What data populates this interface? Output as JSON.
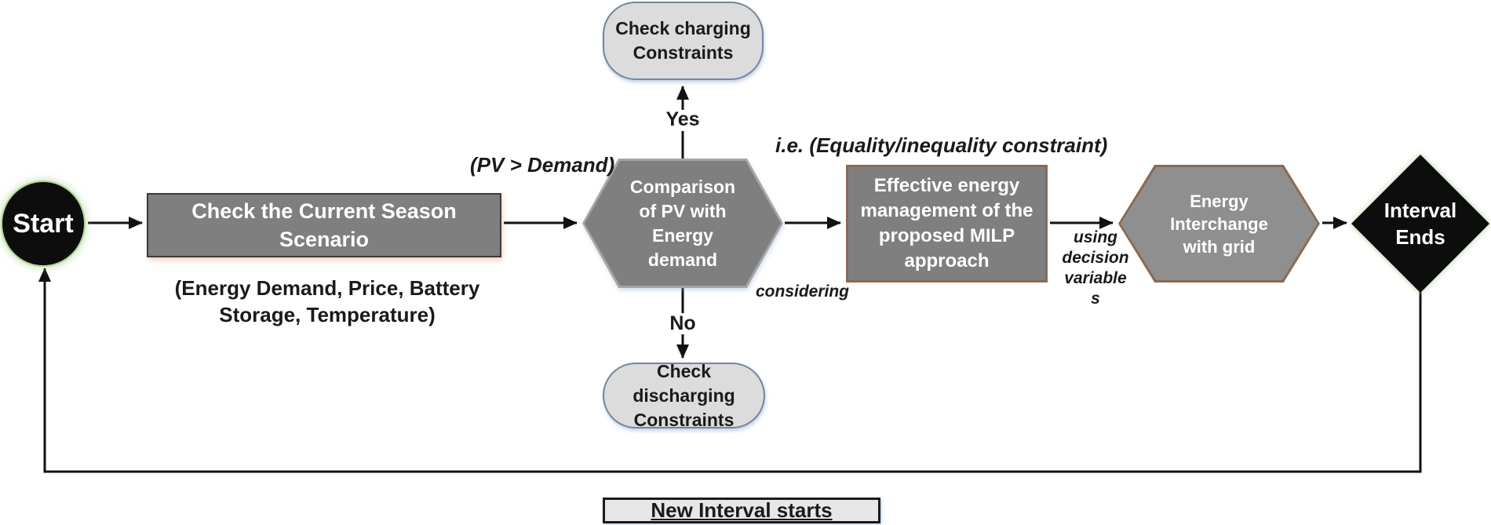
{
  "diagram": {
    "nodes": {
      "start": {
        "label": "Start",
        "shape": "circle"
      },
      "check_season": {
        "label": "Check the Current Season\nScenario",
        "shape": "rectangle"
      },
      "check_charging": {
        "label": "Check charging\nConstraints",
        "shape": "stadium"
      },
      "comparison": {
        "label": "Comparison\nof PV with\nEnergy\ndemand",
        "shape": "hexagon"
      },
      "check_discharging": {
        "label": "Check discharging\nConstraints",
        "shape": "stadium"
      },
      "milp": {
        "label": "Effective energy\nmanagement of the\nproposed MILP\napproach",
        "shape": "rectangle"
      },
      "energy_interchange": {
        "label": "Energy\nInterchange\nwith grid",
        "shape": "hexagon"
      },
      "interval_ends": {
        "label": "Interval\nEnds",
        "shape": "diamond"
      },
      "new_interval": {
        "label": "New Interval starts",
        "shape": "rectangle"
      }
    },
    "edge_labels": {
      "yes": "Yes",
      "no": "No"
    },
    "annotations": {
      "season_inputs": "(Energy Demand, Price, Battery\nStorage, Temperature)",
      "pv_demand": "(PV > Demand)",
      "ie_constraint": "i.e. (Equality/inequality constraint)",
      "considering": "considering",
      "using_decision": "using\ndecision\nvariable\ns"
    },
    "colors": {
      "process_fill": "#7f7f7f",
      "process_fill_light": "#8f8f8f",
      "terminal_fill": "#0d0d0d",
      "stadium_fill": "#dcdcdc",
      "stadium_border": "#7286a0",
      "brown_border": "#8a6a52",
      "dark_border": "#3b3b3b",
      "glow_green": "#a8d08d",
      "text_on_dark": "#ffffff",
      "text_dark": "#1a1a1a",
      "loop_box_fill": "#e7e7e7"
    }
  }
}
